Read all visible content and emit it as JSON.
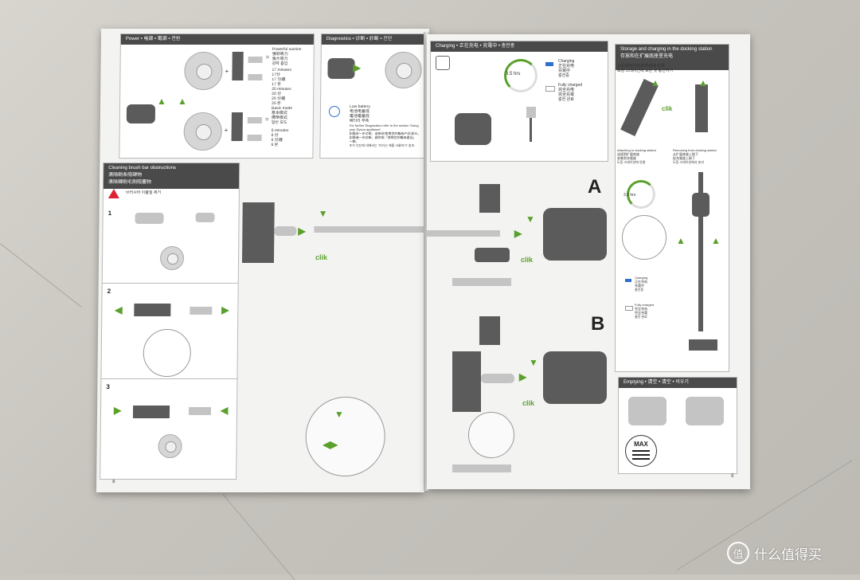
{
  "sections": {
    "power": "Power • 电源 • 電源 • 전원",
    "diagnostics": "Diagnostics • 诊断 • 診斷 • 진단",
    "charging": "Charging • 正在充电 • 充電中 • 충전중",
    "storage": "Storage and charging in the docking station",
    "storage_sub": "存放和在扩展底座里充电",
    "storage_sub2": "在充電座存放和為機身充電",
    "storage_sub3": "도킹 스테이션에 보관 및 충전하기",
    "cleaning": "Cleaning brush bar obstructions",
    "cleaning_sub": "清除刷条阻碍物",
    "cleaning_sub2": "清除轉刷毛刷阻塞物",
    "cleaning_sub3": "브러시바 이물질 제거",
    "emptying": "Emptying • 清空 • 清空 • 비우기"
  },
  "power": {
    "powerful_suction": "Powerful suction\n强劲吸力\n強大吸力\n강력 흡입",
    "time1": "17 minutes\n17分\n17 分鐘\n17 분",
    "time2": "20 minutes\n20 分\n20 分鐘\n20 분",
    "basic_mode": "Basic mode\n基本模式\n標準模式\n일반 모드",
    "time3": "6 minutes\n6 分\n6 分鐘\n6 분"
  },
  "diagnostics": {
    "low_battery": "Low battery\n电池电量低\n電池電量低\n배터리 부족",
    "further": "For further Diagnostics refer to the section 'Using\nyour Dyson appliance'.\n如需进一步诊断，请参阅'使用您的戴森产品'部分。\n如需進一步診斷，請參閱「使用您的戴森產品」\n一節。\n추가 진단에 대해서는 '다이슨 제품 사용하기' 참조."
  },
  "charging": {
    "time": "3.5 hrs",
    "charging_label": "Charging\n正在充电\n充電中\n충전중",
    "fully_charged": "Fully charged\n完全充电\n完全充電\n충전 완료"
  },
  "storage": {
    "attaching": "Attaching to docking station\n连接到扩展底座\n安裝到充電座\n도킹 스테이션에 연결",
    "removing": "Removing from docking station\n从扩展底座上取下\n從充電座上取下\n도킹 스테이션에서 분리",
    "clik": "clik",
    "time": "3.5 hrs",
    "charging_label": "Charging\n正在充电\n充電中\n충전중",
    "fully_charged": "Fully charged\n完全充电\n完全充電\n충전 완료"
  },
  "main": {
    "label_a": "A",
    "label_b": "B",
    "clik": "clik"
  },
  "steps": {
    "one": "1",
    "two": "2",
    "three": "3"
  },
  "emptying": {
    "max": "MAX"
  },
  "page_numbers": {
    "left": "8",
    "right": "9"
  },
  "watermark": {
    "icon": "值",
    "text": "什么值得买"
  },
  "colors": {
    "accent_green": "#5aa02c",
    "header_dark": "#4a4a4a",
    "charge_blue": "#2f6fd0"
  }
}
